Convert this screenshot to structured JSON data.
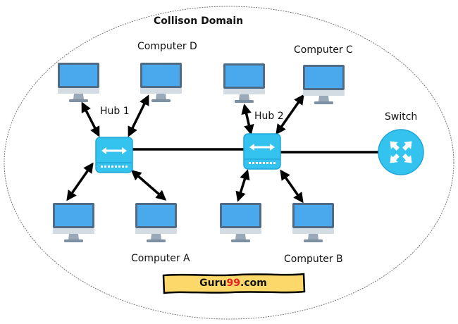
{
  "diagram": {
    "title": "Collison Domain",
    "colors": {
      "screen": "#4aa8ec",
      "bezel": "#4f6b86",
      "chin": "#d3dbe3",
      "stand": "#7d8fa3",
      "device": "#34c3ef",
      "device_border": "#1ea6d8",
      "link": "#000000",
      "boundary": "#777777",
      "logo_bg": "#fcd86a",
      "logo_accent": "#e41f1f"
    },
    "hubs": [
      {
        "id": "hub1",
        "label": "Hub 1",
        "icon": "double-arrow-hub-icon"
      },
      {
        "id": "hub2",
        "label": "Hub 2",
        "icon": "double-arrow-hub-icon"
      }
    ],
    "switch": {
      "label": "Switch",
      "icon": "switch-arrows-icon"
    },
    "computers": [
      {
        "id": "pc-tl1",
        "label": "",
        "hub": "hub1"
      },
      {
        "id": "pc-d",
        "label": "Computer D",
        "hub": "hub1"
      },
      {
        "id": "pc-bl1",
        "label": "",
        "hub": "hub1"
      },
      {
        "id": "pc-a",
        "label": "Computer A",
        "hub": "hub1"
      },
      {
        "id": "pc-tr1",
        "label": "",
        "hub": "hub2"
      },
      {
        "id": "pc-c",
        "label": "Computer C",
        "hub": "hub2"
      },
      {
        "id": "pc-br1",
        "label": "",
        "hub": "hub2"
      },
      {
        "id": "pc-b",
        "label": "Computer B",
        "hub": "hub2"
      }
    ],
    "links": [
      {
        "from": "hub1",
        "to": "hub2",
        "type": "line"
      },
      {
        "from": "hub2",
        "to": "switch",
        "type": "line"
      },
      {
        "from": "hub1",
        "to": "pc-tl1",
        "type": "bidirectional-arrow"
      },
      {
        "from": "hub1",
        "to": "pc-d",
        "type": "bidirectional-arrow"
      },
      {
        "from": "hub1",
        "to": "pc-bl1",
        "type": "bidirectional-arrow"
      },
      {
        "from": "hub1",
        "to": "pc-a",
        "type": "bidirectional-arrow"
      },
      {
        "from": "hub2",
        "to": "pc-tr1",
        "type": "bidirectional-arrow"
      },
      {
        "from": "hub2",
        "to": "pc-c",
        "type": "bidirectional-arrow"
      },
      {
        "from": "hub2",
        "to": "pc-br1",
        "type": "bidirectional-arrow"
      },
      {
        "from": "hub2",
        "to": "pc-b",
        "type": "bidirectional-arrow"
      }
    ]
  },
  "logo": {
    "prefix": "Guru",
    "number": "99",
    "suffix": ".com"
  }
}
